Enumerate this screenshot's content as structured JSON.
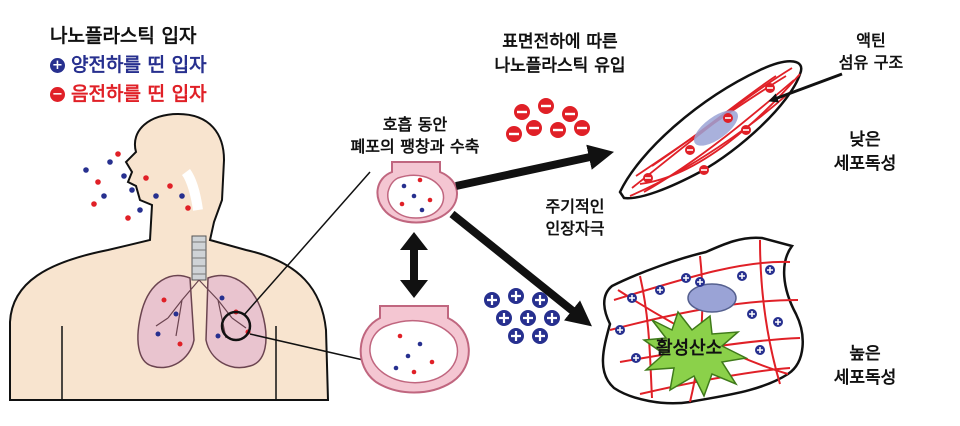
{
  "legend": {
    "title": "나노플라스틱 입자",
    "positive": "양전하를 띤 입자",
    "negative": "음전하를 띤 입자",
    "positive_color": "#27308f",
    "negative_color": "#e02027"
  },
  "labels": {
    "breathing_line1": "호흡 동안",
    "breathing_line2": "폐포의 팽창과 수축",
    "uptake_line1": "표면전하에 따른",
    "uptake_line2": "나노플라스틱 유입",
    "actin_line1": "액틴",
    "actin_line2": "섬유 구조",
    "low_tox_line1": "낮은",
    "low_tox_line2": "세포독성",
    "periodic_line1": "주기적인",
    "periodic_line2": "인장자극",
    "ros": "활성산소",
    "high_tox_line1": "높은",
    "high_tox_line2": "세포독성"
  },
  "colors": {
    "skin": "#f8e4cf",
    "lung": "#e9c4cf",
    "alveolus": "#f4c6d2",
    "actin": "#e02027",
    "ros": "#8bd14a",
    "nucleus": "#9aa3d6"
  }
}
